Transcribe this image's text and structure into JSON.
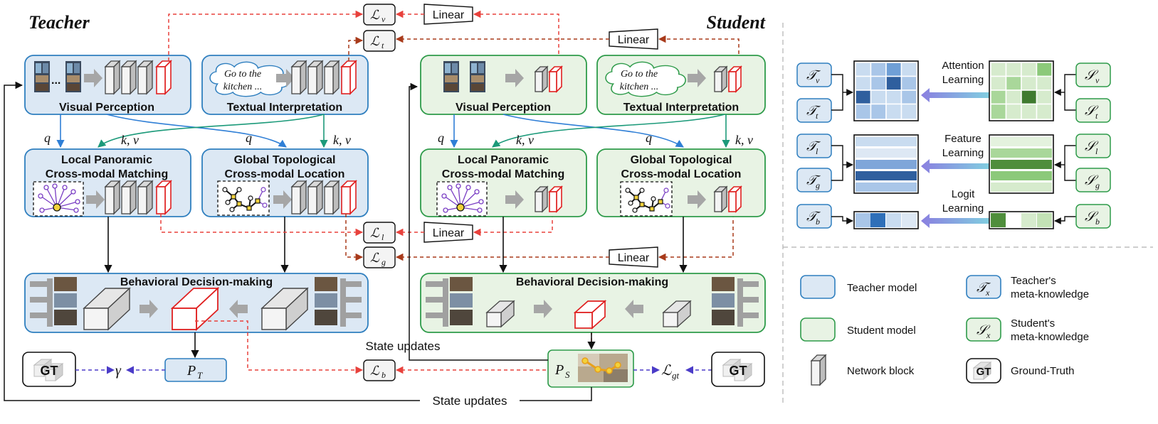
{
  "titles": {
    "teacher": "Teacher",
    "student": "Student"
  },
  "teacher": {
    "visual": "Visual Perception",
    "textual": "Textual Interpretation",
    "local_l1": "Local Panoramic",
    "local_l2": "Cross-modal Matching",
    "global_l1": "Global Topological",
    "global_l2": "Cross-modal Location",
    "decision": "Behavioral Decision-making",
    "prompt_l1": "Go to the",
    "prompt_l2": "kitchen ..."
  },
  "student": {
    "visual": "Visual Perception",
    "textual": "Textual Interpretation",
    "local_l1": "Local Panoramic",
    "local_l2": "Cross-modal Matching",
    "global_l1": "Global Topological",
    "global_l2": "Cross-modal Location",
    "decision": "Behavioral Decision-making",
    "prompt_l1": "Go to the",
    "prompt_l2": "kitchen ..."
  },
  "symbols": {
    "q": "q",
    "kv": "k, v",
    "Lv": "ℒ",
    "Lv_sub": "v",
    "Lt": "ℒ",
    "Lt_sub": "t",
    "Ll": "ℒ",
    "Ll_sub": "l",
    "Lg": "ℒ",
    "Lg_sub": "g",
    "Lb": "ℒ",
    "Lb_sub": "b",
    "Lgt": "ℒ",
    "Lgt_sub": "gt",
    "PT": "P",
    "PT_sub": "T",
    "PS": "P",
    "PS_sub": "S",
    "gamma": "γ",
    "gt": "GT",
    "dots": "..."
  },
  "linear": "Linear",
  "state_updates": "State updates",
  "panel": {
    "T": "𝒯",
    "S": "𝒮",
    "subs": [
      "v",
      "t",
      "l",
      "g",
      "b"
    ],
    "attention_l1": "Attention",
    "attention_l2": "Learning",
    "feature_l1": "Feature",
    "feature_l2": "Learning",
    "logit_l1": "Logit",
    "logit_l2": "Learning"
  },
  "legend": {
    "teacher_model": "Teacher model",
    "student_model": "Student model",
    "network_block": "Network block",
    "teacher_meta_l1": "Teacher's",
    "teacher_meta_l2": "meta-knowledge",
    "student_meta_l1": "Student's",
    "student_meta_l2": "meta-knowledge",
    "gt_label": "Ground-Truth",
    "Tx": "𝒯",
    "Sx": "𝒮",
    "x_sub": "x",
    "gt": "GT"
  },
  "colors": {
    "teacher_fill": "#dce8f4",
    "teacher_stroke": "#2f7fbf",
    "student_fill": "#e8f3e4",
    "student_stroke": "#2e9b4a",
    "red": "#e8413c",
    "darkred": "#a83a1a",
    "blue": "#2f7fd6",
    "teal": "#1c9a7a",
    "purple": "#4b3cc8"
  }
}
